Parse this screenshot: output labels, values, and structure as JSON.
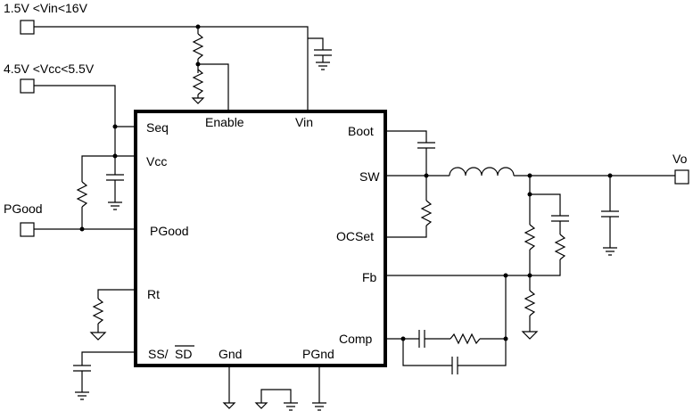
{
  "ports": {
    "vin": "1.5V <Vin<16V",
    "vcc": "4.5V <Vcc<5.5V",
    "pgood": "PGood",
    "vo": "Vo"
  },
  "pins": {
    "seq": "Seq",
    "enable": "Enable",
    "vin": "Vin",
    "vcc": "Vcc",
    "pgood": "PGood",
    "rt": "Rt",
    "ss": "SS/",
    "sd": "SD",
    "gnd": "Gnd",
    "pgnd": "PGnd",
    "boot": "Boot",
    "sw": "SW",
    "ocset": "OCSet",
    "fb": "Fb",
    "comp": "Comp"
  }
}
